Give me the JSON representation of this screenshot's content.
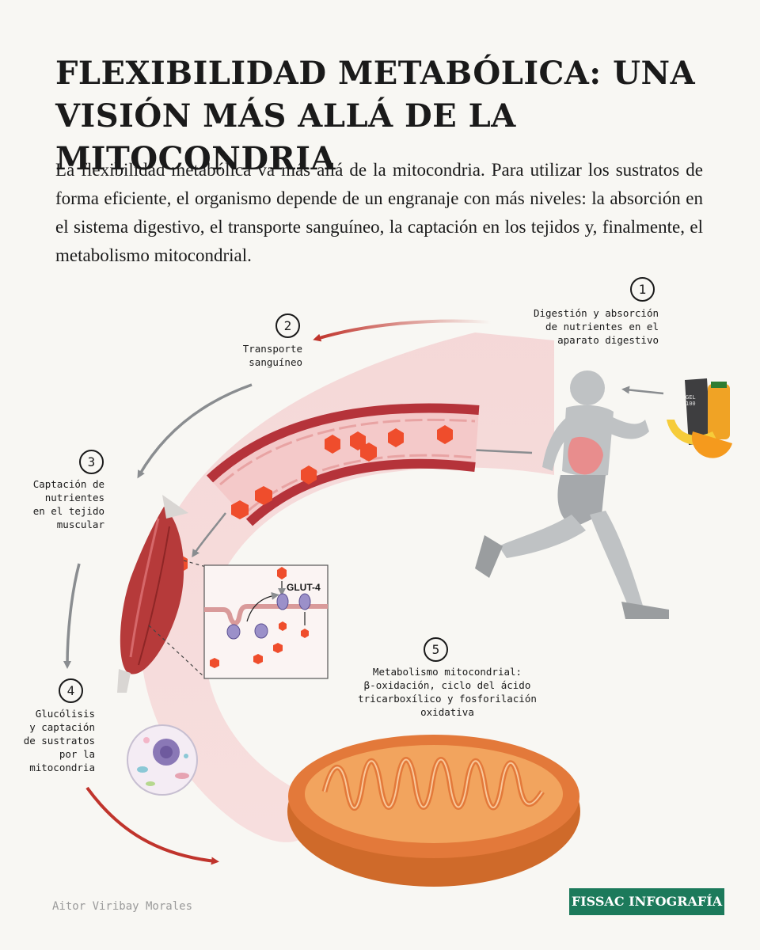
{
  "header": {
    "title": "FLEXIBILIDAD METABÓLICA: UNA VISIÓN MÁS ALLÁ DE LA MITOCONDRIA",
    "intro": "La flexibilidad metabólica va más allá de la mitocondria. Para utilizar los sustratos de forma eficiente, el organismo depende de un engranaje con más niveles: la absorción en el sistema digestivo, el transporte sanguíneo, la captación en los tejidos y, finalmente, el metabolismo mitocondrial."
  },
  "steps": [
    {
      "number": "1",
      "label": "Digestión y absorción\nde nutrientes en el\naparato digestivo"
    },
    {
      "number": "2",
      "label": "Transporte\nsanguíneo"
    },
    {
      "number": "3",
      "label": "Captación de\nnutrientes\nen el tejido\nmuscular"
    },
    {
      "number": "4",
      "label": "Glucólisis\ny captación\nde sustratos\npor la\nmitocondria"
    },
    {
      "number": "5",
      "label": "Metabolismo mitocondrial:\nβ-oxidación, ciclo del ácido\ntricarboxílico y fosforilación\noxidativa"
    }
  ],
  "inset": {
    "transporter_label": "GLUT-4"
  },
  "food": {
    "gel_label": "GEL\n100"
  },
  "footer": {
    "author": "Aitor Viribay Morales",
    "brand": "FISSAC INFOGRAFÍA"
  },
  "colors": {
    "accent_red": "#c0342c",
    "nutrient_hex": "#ef4d2c",
    "brand_green": "#1c7a5b",
    "mitochondria_orange": "#e3793a"
  }
}
